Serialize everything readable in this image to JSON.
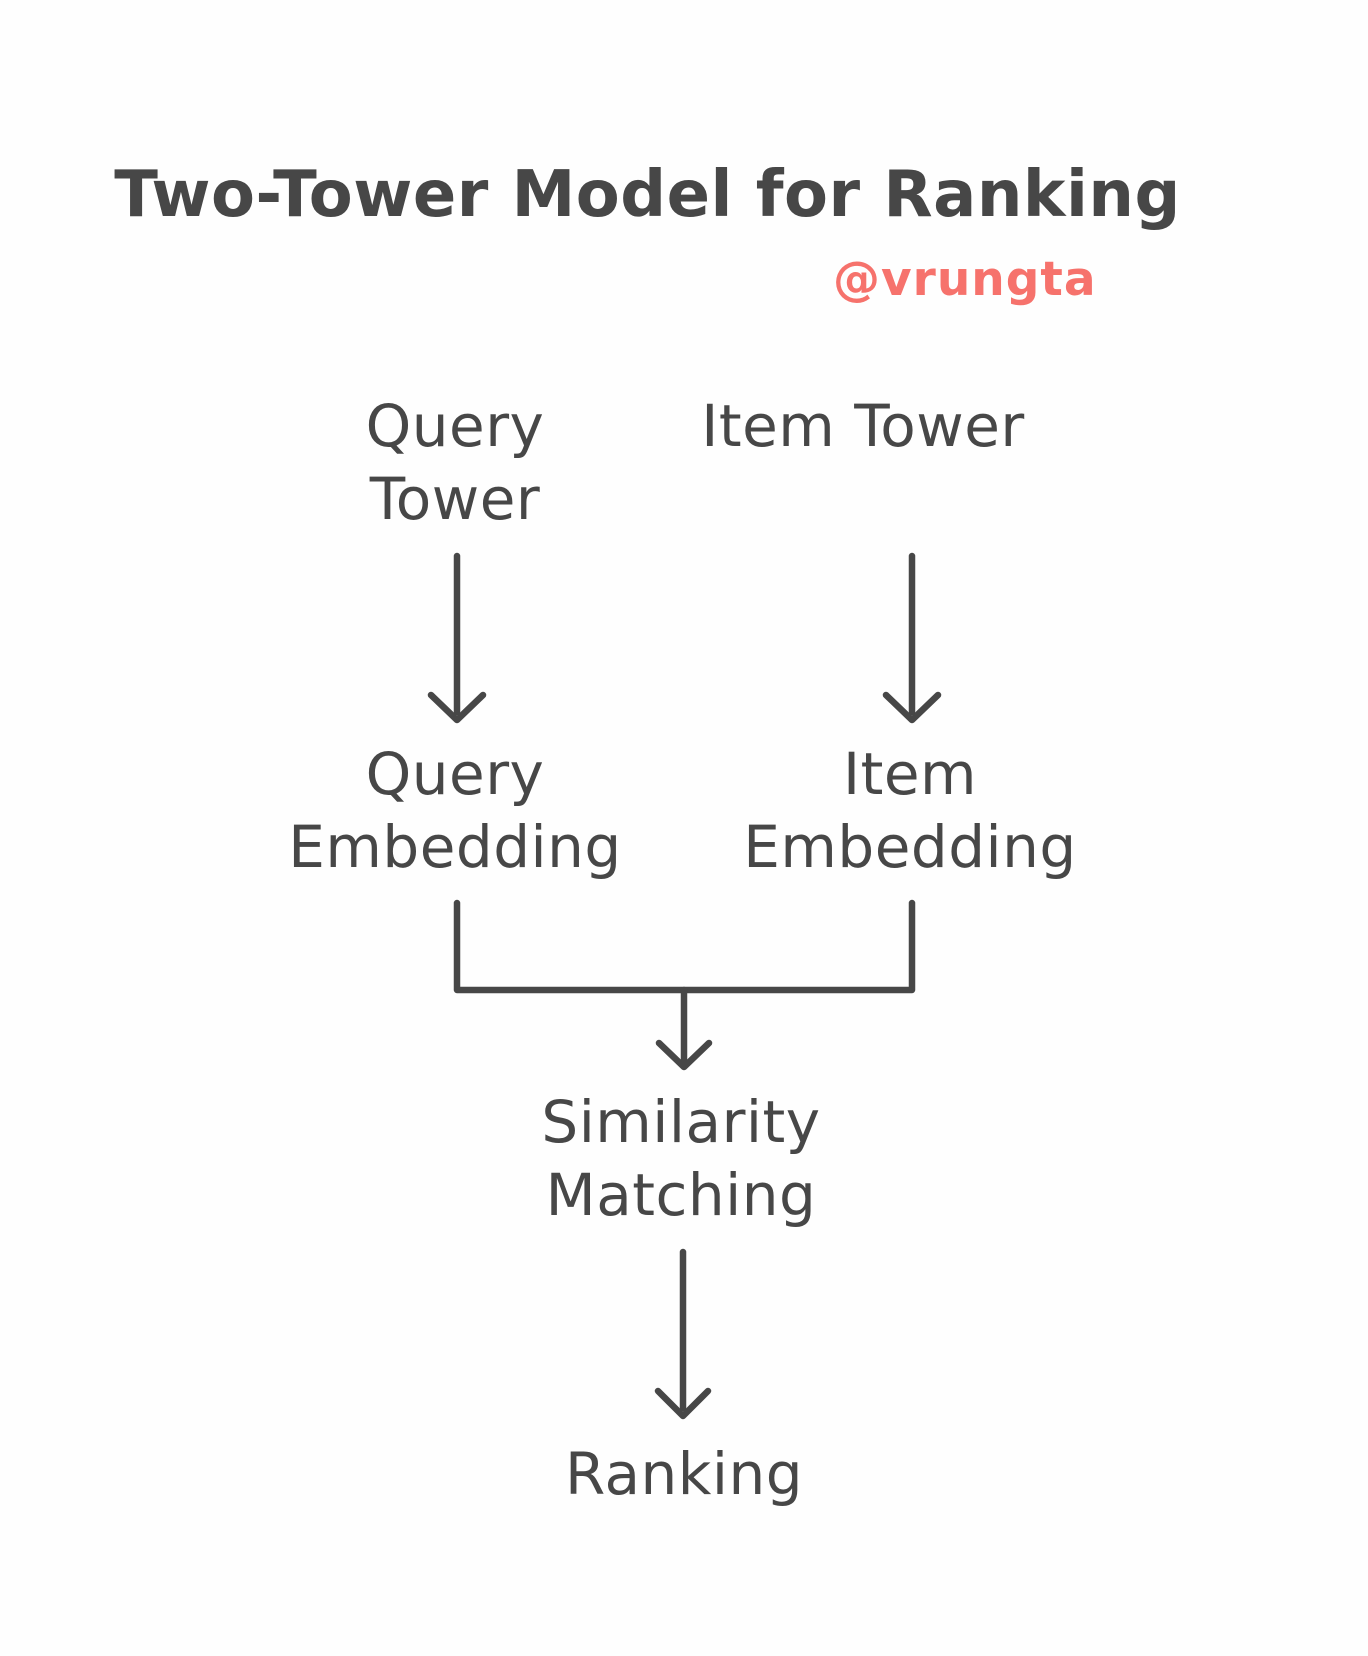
{
  "colors": {
    "ink": "#474747",
    "accent": "#f6726c",
    "bg": "#fefefe"
  },
  "header": {
    "title": "Two-Tower Model for Ranking",
    "handle": "@vrungta"
  },
  "diagram": {
    "nodes": {
      "query_tower": {
        "label": "Query Tower",
        "line1": "Query",
        "line2": "Tower"
      },
      "item_tower": {
        "label": "Item Tower",
        "line1": "Item Tower"
      },
      "query_embedding": {
        "label": "Query Embedding",
        "line1": "Query",
        "line2": "Embedding"
      },
      "item_embedding": {
        "label": "Item Embedding",
        "line1": "Item",
        "line2": "Embedding"
      },
      "similarity": {
        "label": "Similarity Matching",
        "line1": "Similarity",
        "line2": "Matching"
      },
      "ranking": {
        "label": "Ranking",
        "line1": "Ranking"
      }
    },
    "edges": [
      {
        "from": "query_tower",
        "to": "query_embedding",
        "type": "arrow"
      },
      {
        "from": "item_tower",
        "to": "item_embedding",
        "type": "arrow"
      },
      {
        "from": "query_embedding",
        "to": "similarity",
        "type": "merge-arrow"
      },
      {
        "from": "item_embedding",
        "to": "similarity",
        "type": "merge-arrow"
      },
      {
        "from": "similarity",
        "to": "ranking",
        "type": "arrow"
      }
    ]
  }
}
